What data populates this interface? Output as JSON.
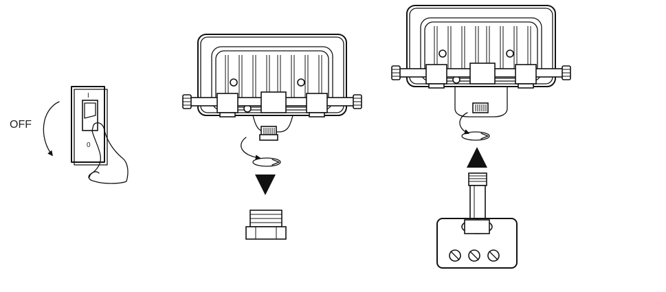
{
  "step1": {
    "off_label": "OFF",
    "switch_on_mark": "I",
    "switch_off_mark": "0"
  },
  "diagram": {
    "colors": {
      "line": "#111111",
      "background": "#ffffff"
    }
  }
}
